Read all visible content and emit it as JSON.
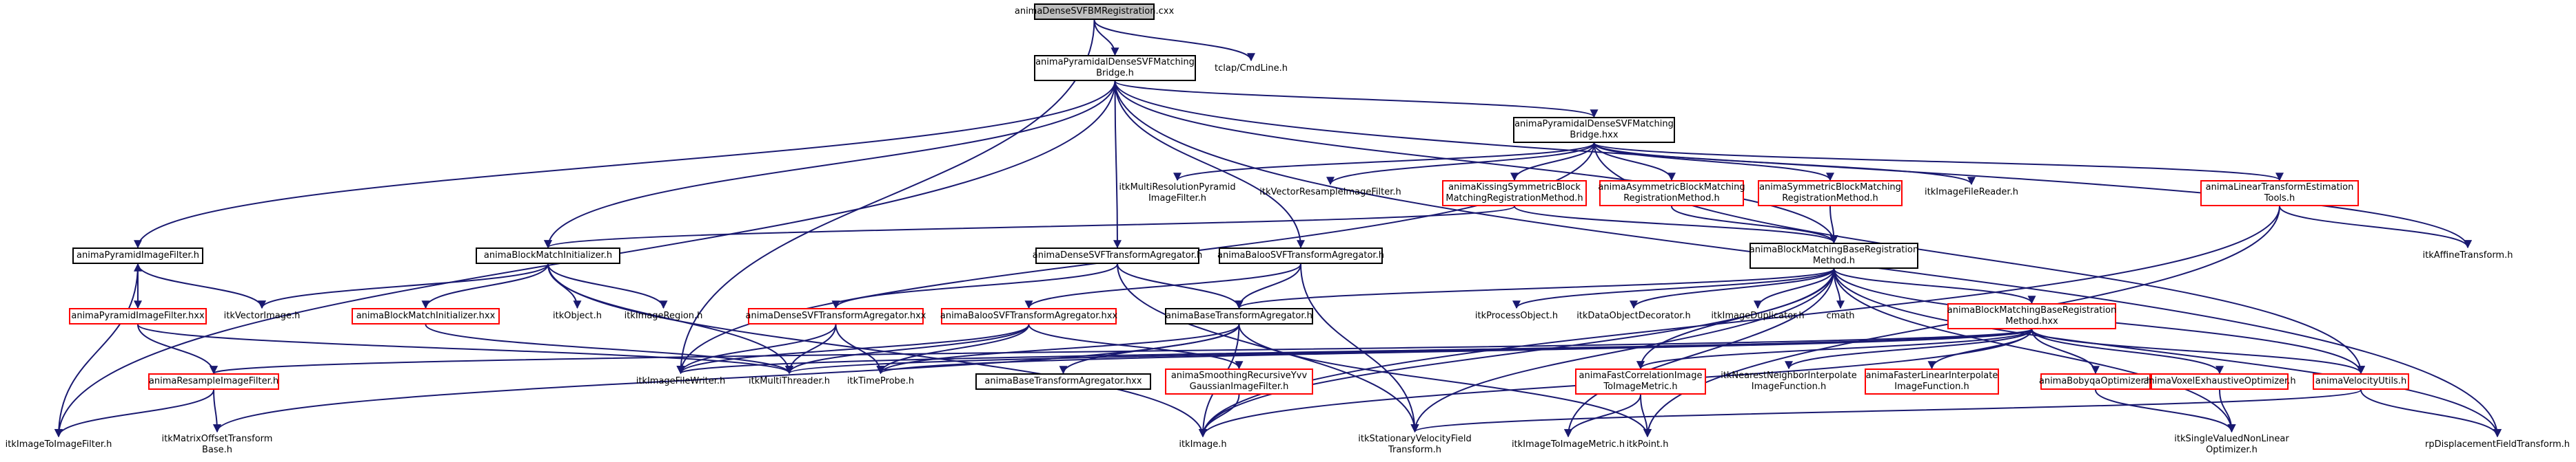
{
  "colors": {
    "edge": "#191970",
    "documented": "#000000",
    "undocumented": "#ff0000",
    "root_fill": "#bfbfbf"
  },
  "nodes": {
    "root": "animaDenseSVFBMRegistration.cxx",
    "bridge_h": "animaPyramidalDenseSVFMatching\nBridge.h",
    "tclap": "tclap/CmdLine.h",
    "bridge_hxx": "animaPyramidalDenseSVFMatching\nBridge.hxx",
    "multires": "itkMultiResolutionPyramid\nImageFilter.h",
    "vecresample": "itkVectorResampleImageFilter.h",
    "kissing": "animaKissingSymmetricBlock\nMatchingRegistrationMethod.h",
    "asym": "animaAsymmetricBlockMatching\nRegistrationMethod.h",
    "sym": "animaSymmetricBlockMatching\nRegistrationMethod.h",
    "filereader": "itkImageFileReader.h",
    "linear": "animaLinearTransformEstimation\nTools.h",
    "pyramid_h": "animaPyramidImageFilter.h",
    "bmi_h": "animaBlockMatchInitializer.h",
    "dense_agg": "animaDenseSVFTransformAgregator.h",
    "baloo_agg": "animaBalooSVFTransformAgregator.h",
    "bmbase_h": "animaBlockMatchingBaseRegistration\nMethod.h",
    "affine": "itkAffineTransform.h",
    "pyramid_hxx": "animaPyramidImageFilter.hxx",
    "vectorimage": "itkVectorImage.h",
    "bmi_hxx": "animaBlockMatchInitializer.hxx",
    "object": "itkObject.h",
    "region": "itkImageRegion.h",
    "dense_agg_hxx": "animaDenseSVFTransformAgregator.hxx",
    "baloo_agg_hxx": "animaBalooSVFTransformAgregator.hxx",
    "base_agg": "animaBaseTransformAgregator.h",
    "processobject": "itkProcessObject.h",
    "decorator": "itkDataObjectDecorator.h",
    "duplicator": "itkImageDuplicator.h",
    "cmath": "cmath",
    "bmbase_hxx": "animaBlockMatchingBaseRegistration\nMethod.hxx",
    "resample": "animaResampleImageFilter.h",
    "filewriter": "itkImageFileWriter.h",
    "multithreader": "itkMultiThreader.h",
    "timeprobe": "itkTimeProbe.h",
    "smoothing": "animaSmoothingRecursiveYvv\nGaussianImageFilter.h",
    "base_agg_hxx": "animaBaseTransformAgregator.hxx",
    "fastcorr": "animaFastCorrelationImage\nToImageMetric.h",
    "nn_interp": "itkNearestNeighborInterpolate\nImageFunction.h",
    "fasterlinear": "animaFasterLinearInterpolate\nImageFunction.h",
    "bobyqa": "animaBobyqaOptimizer.h",
    "voxelex": "animaVoxelExhaustiveOptimizer.h",
    "velocity": "animaVelocityUtils.h",
    "img2img": "itkImageToImageFilter.h",
    "matrixoffset": "itkMatrixOffsetTransform\nBase.h",
    "image": "itkImage.h",
    "stationary": "itkStationaryVelocityField\nTransform.h",
    "img2imgmetric": "itkImageToImageMetric.h",
    "point": "itkPoint.h",
    "singlevalued": "itkSingleValuedNonLinear\nOptimizer.h",
    "rpdisp": "rpDisplacementFieldTransform.h"
  }
}
